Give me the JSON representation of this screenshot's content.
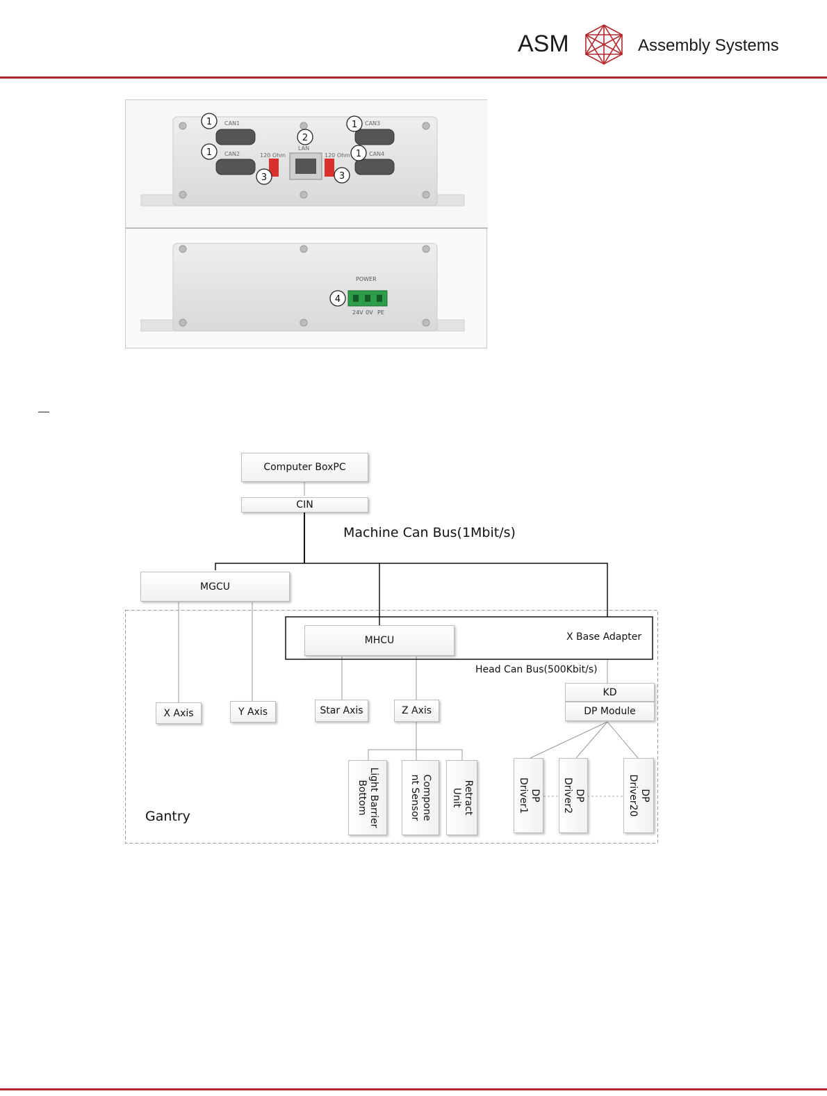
{
  "header": {
    "logo_mark": "ASM",
    "company": "Assembly Systems"
  },
  "photo": {
    "labels": {
      "can1": "CAN1",
      "can2": "CAN2",
      "can3": "CAN3",
      "can4": "CAN4",
      "lan": "LAN",
      "ohm_left": "120 Ohm",
      "ohm_right": "120 Ohm",
      "power": "POWER",
      "v24": "24V",
      "v0": "0V",
      "pe": "PE"
    },
    "callouts": [
      "1",
      "1",
      "1",
      "1",
      "2",
      "3",
      "3",
      "4"
    ]
  },
  "diagram": {
    "computer": "Computer BoxPC",
    "cin": "CIN",
    "machine_bus": "Machine Can Bus(1Mbit/s)",
    "mgcu": "MGCU",
    "mhcu": "MHCU",
    "x_base_adapter": "X Base Adapter",
    "head_bus": "Head Can Bus(500Kbit/s)",
    "kd": "KD",
    "dp_module": "DP Module",
    "x_axis": "X Axis",
    "y_axis": "Y Axis",
    "star_axis": "Star Axis",
    "z_axis": "Z Axis",
    "light_barrier": "Light Barrier\nBottom",
    "component_sensor": "Compone\nnt Sensor",
    "retract_unit": "Retract\nUnit",
    "dp_driver1": "DP\nDriver1",
    "dp_driver2": "DP\nDriver2",
    "dp_driver20": "DP\nDriver20",
    "gantry": "Gantry"
  }
}
